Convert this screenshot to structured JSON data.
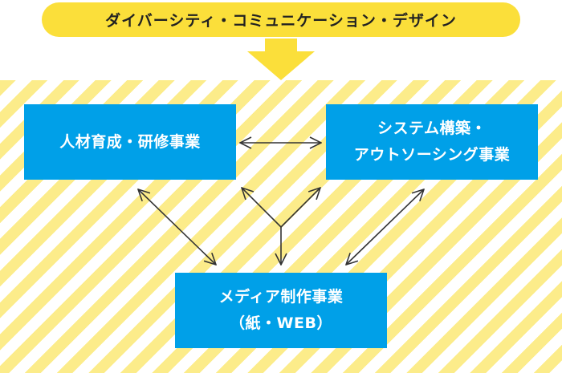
{
  "header": {
    "title": "ダイバーシティ・コミュニケーション・デザイン"
  },
  "boxes": {
    "hr": {
      "line1": "人材育成・研修事業"
    },
    "system": {
      "line1": "システム構築・",
      "line2": "アウトソーシング事業"
    },
    "media": {
      "line1": "メディア制作事業",
      "line2": "（紙・WEB）"
    }
  },
  "colors": {
    "pill": "#fbdf3a",
    "stripe": "#fcec8a",
    "box": "#00a0e8",
    "arrow": "#333333"
  }
}
